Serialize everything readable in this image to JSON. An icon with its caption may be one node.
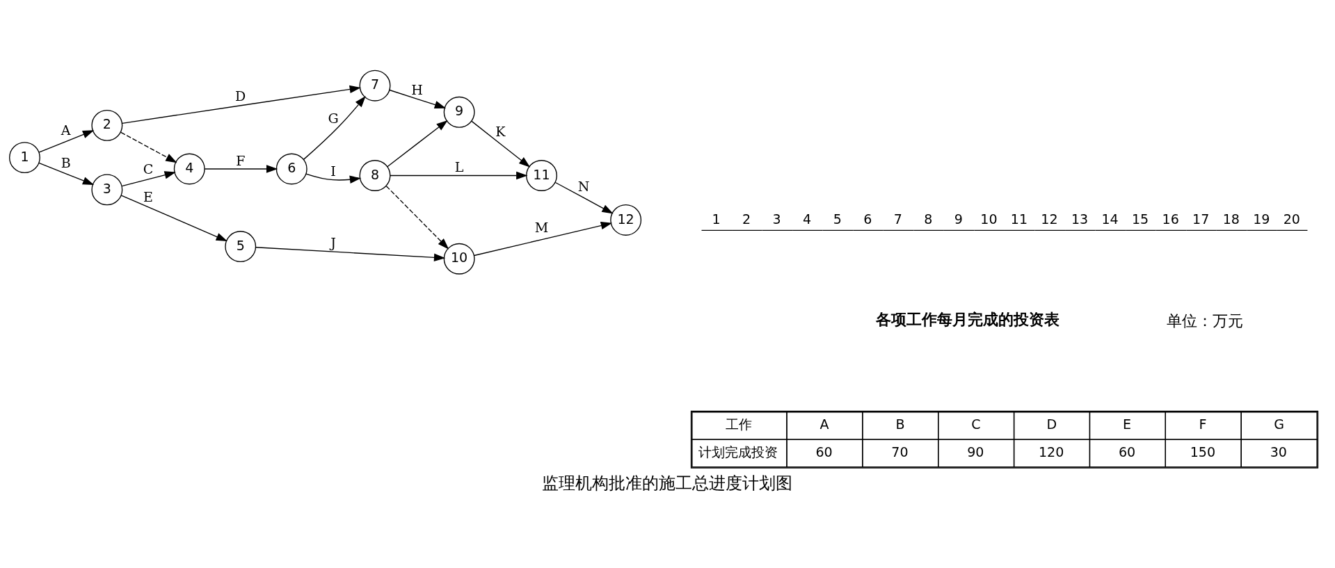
{
  "diagram": {
    "caption": "监理机构批准的施工总进度计划图",
    "nodes": [
      {
        "text": [
          "1"
        ]
      },
      {
        "text": [
          "2"
        ]
      },
      {
        "text": [
          "3"
        ]
      },
      {
        "text": [
          "4"
        ]
      },
      {
        "text": [
          "5"
        ]
      },
      {
        "text": [
          "6"
        ]
      },
      {
        "text": [
          "7"
        ]
      },
      {
        "text": [
          "8"
        ]
      },
      {
        "text": [
          "9"
        ]
      },
      {
        "text": [
          "10"
        ]
      },
      {
        "text": [
          "11"
        ]
      },
      {
        "text": [
          "12"
        ]
      }
    ],
    "edges": [
      {
        "from": 0,
        "to": 1,
        "arrow": "to",
        "label": "A"
      },
      {
        "from": 1,
        "to": 6,
        "arrow": "to",
        "label": "D"
      },
      {
        "from": 6,
        "to": 8,
        "arrow": "to",
        "label": "H"
      },
      {
        "from": 8,
        "to": 10,
        "arrow": "to",
        "label": "K"
      },
      {
        "from": 1,
        "to": 3,
        "arrow": "to",
        "style": "dashed"
      },
      {
        "from": 0,
        "to": 2,
        "arrow": "to",
        "label": "B"
      },
      {
        "from": 2,
        "to": 3,
        "arrow": "to",
        "label": "C"
      },
      {
        "from": 3,
        "to": 5,
        "arrow": "to",
        "label": "F"
      },
      {
        "from": 5,
        "to": 6,
        "arrow": "to",
        "label": "G"
      },
      {
        "from": 5,
        "to": 7,
        "arrow": "to",
        "label": "I"
      },
      {
        "from": 7,
        "to": 8,
        "arrow": "to"
      },
      {
        "from": 7,
        "to": 10,
        "arrow": "to",
        "label": "L"
      },
      {
        "from": 10,
        "to": 11,
        "arrow": "to",
        "label": "N"
      },
      {
        "from": 7,
        "to": 9,
        "arrow": "to",
        "style": "dashed"
      },
      {
        "from": 2,
        "to": 4,
        "arrow": "to",
        "label": "E"
      },
      {
        "from": 4,
        "to": 9,
        "arrow": "to",
        "label": "J"
      },
      {
        "from": 9,
        "to": 11,
        "arrow": "to",
        "label": "M"
      }
    ],
    "labels": [
      "1",
      "2",
      "3",
      "4",
      "5",
      "6",
      "7",
      "8",
      "9",
      "10",
      "11",
      "12",
      "13",
      "14",
      "15",
      "16",
      "17",
      "18",
      "19",
      "20",
      "各项工作每月完成的投资表",
      "单位：万元",
      "工作",
      "A",
      "B",
      "C",
      "D",
      "E",
      "F",
      "G",
      "计划完成投资",
      "60",
      "70",
      "90",
      "120",
      "60",
      "150",
      "30"
    ]
  }
}
